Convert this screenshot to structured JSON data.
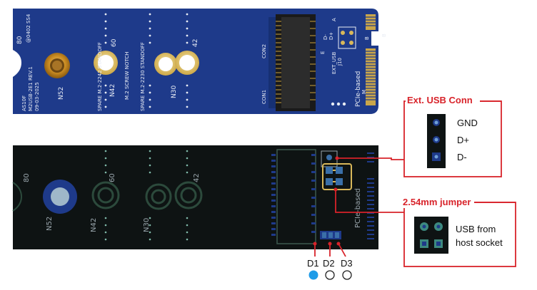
{
  "board_photo": {
    "size_marks": [
      "80",
      "60",
      "42"
    ],
    "silk_left_top": "@0402\nSS4",
    "silk_rev_block": [
      "AS10F",
      "M2USB-2E1 REV.1",
      "09-03-2025"
    ],
    "hole_labels": [
      "N52",
      "N42",
      "N30"
    ],
    "standoff_labels": [
      "SPARE M.2-2242 STANDOFF",
      "M.2 SCREW NOTCH",
      "SPARE M.2-2230 STANDOFF"
    ],
    "connector_labels": [
      "CON2",
      "CON1"
    ],
    "jumper_labels": [
      "EXT_USB",
      "J10",
      "D+",
      "D-",
      "A",
      "B",
      "E"
    ],
    "edge_text": "PCIe-based",
    "key_letters": [
      "M",
      "B"
    ]
  },
  "pcb_layout": {
    "size_marks": [
      "80",
      "60",
      "42"
    ],
    "hole_labels": [
      "N52",
      "N42",
      "N30"
    ],
    "edge_text": "PCIe-based"
  },
  "callouts": {
    "ext_usb": {
      "title": "Ext. USB Conn",
      "pins": [
        "GND",
        "D+",
        "D-"
      ]
    },
    "jumper": {
      "title": "2.54mm jumper",
      "desc_line1": "USB from",
      "desc_line2": "host socket"
    }
  },
  "leds": {
    "labels": [
      "D1",
      "D2",
      "D3"
    ],
    "active_index": 0,
    "active_color": "#1e9be8"
  },
  "colors": {
    "pcb_blue": "#1e3a8a",
    "pcb_dark": "#0e1313",
    "gold": "#d4a23a",
    "callout_red": "#d8232a"
  }
}
